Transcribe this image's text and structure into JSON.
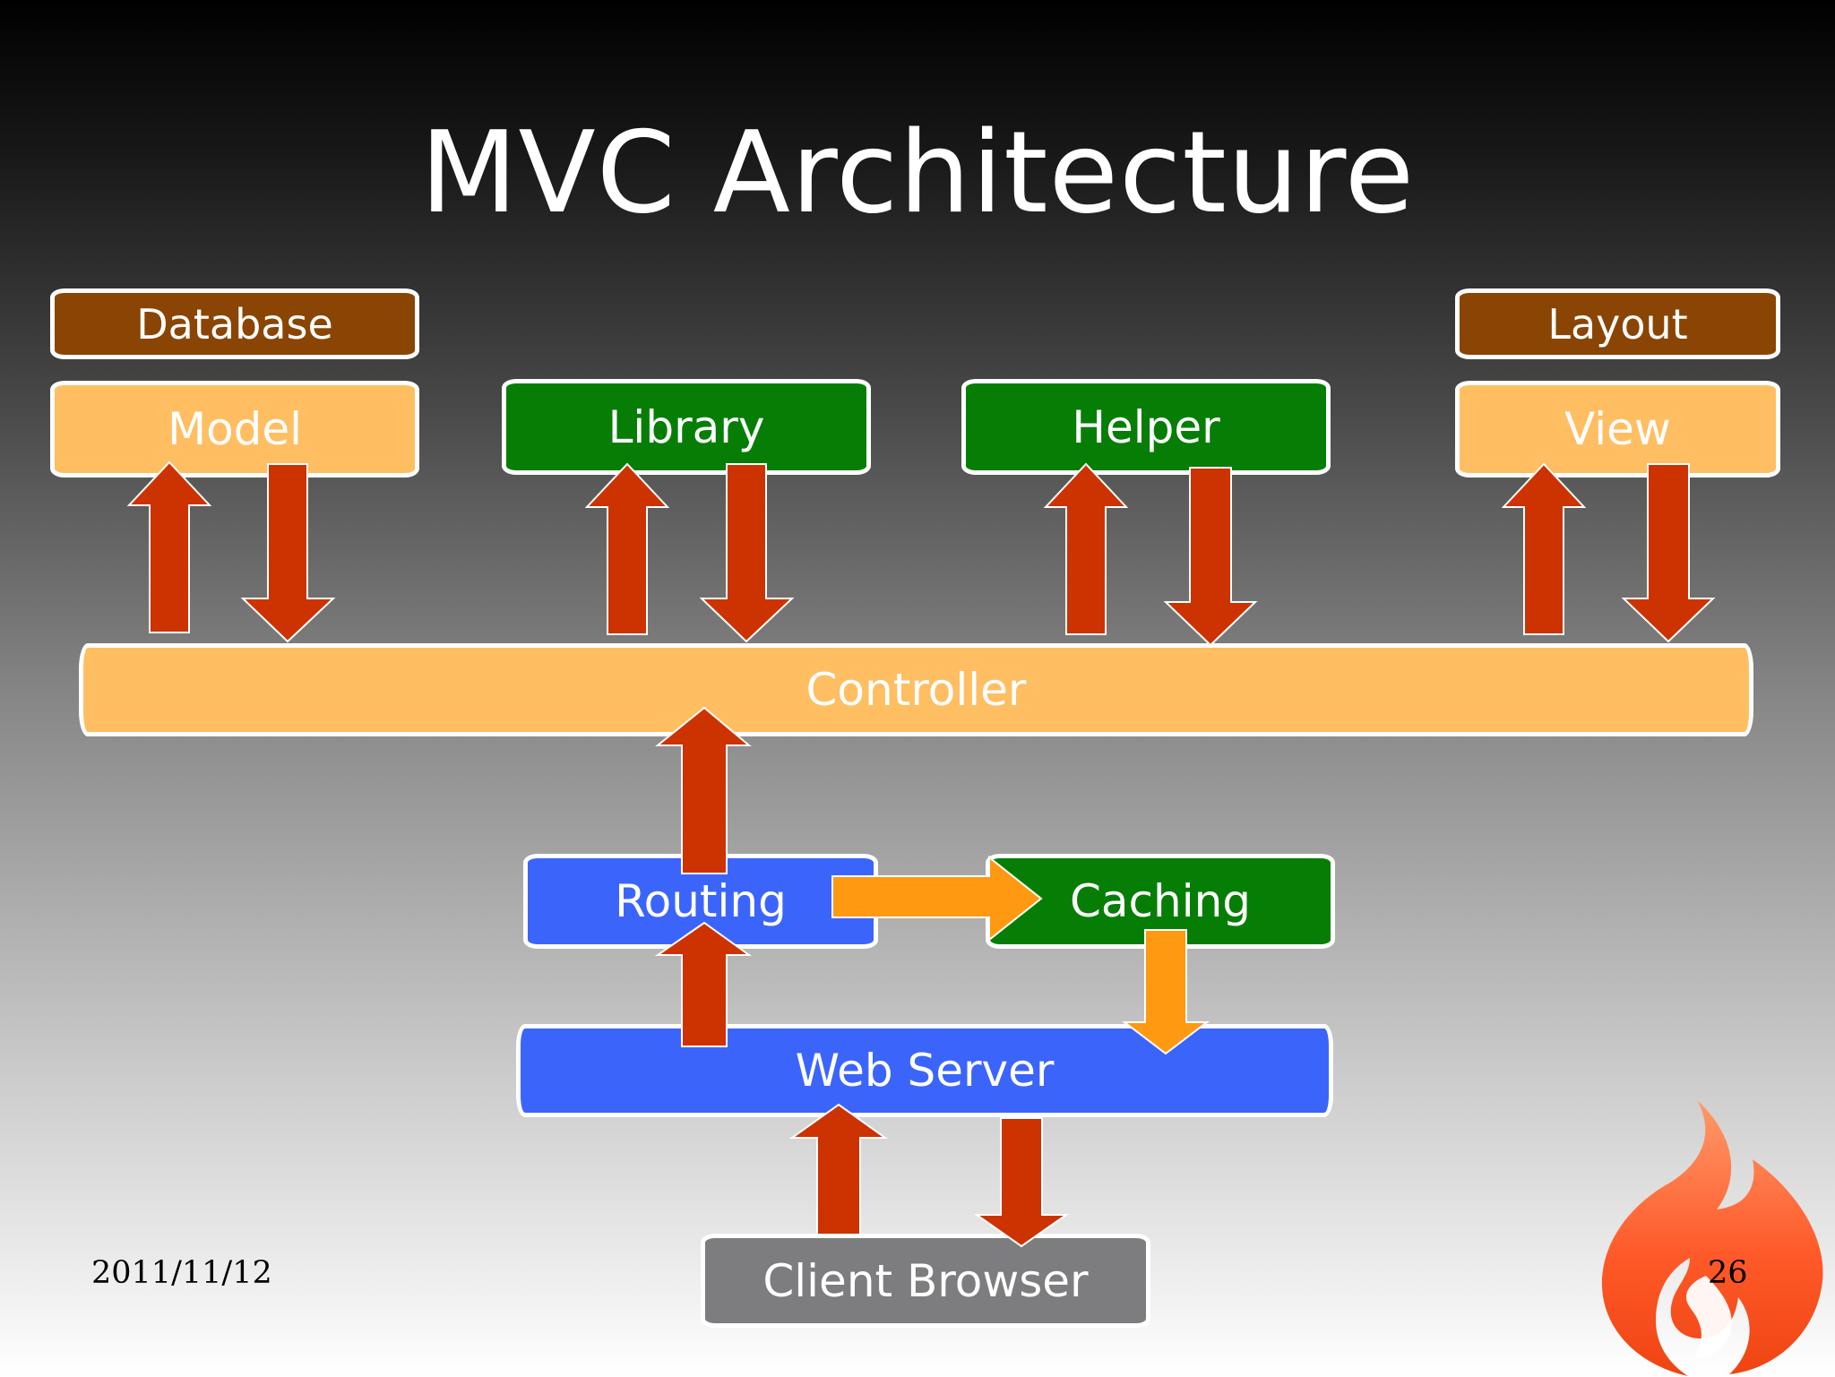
{
  "slide": {
    "title": "MVC Architecture",
    "date": "2011/11/12",
    "page_number": "26"
  },
  "nodes": {
    "database": "Database",
    "model": "Model",
    "library": "Library",
    "helper": "Helper",
    "layout": "Layout",
    "view": "View",
    "controller": "Controller",
    "routing": "Routing",
    "caching": "Caching",
    "web_server": "Web Server",
    "client_browser": "Client Browser"
  },
  "colors": {
    "brown": "#8a4504",
    "light_orange": "#ffbe62",
    "green": "#067e06",
    "blue": "#3b65fa",
    "gray": "#7d7c7e",
    "red_arrow": "#cc3300",
    "orange_arrow": "#ff9912"
  },
  "logo": {
    "icon": "flame-icon"
  }
}
